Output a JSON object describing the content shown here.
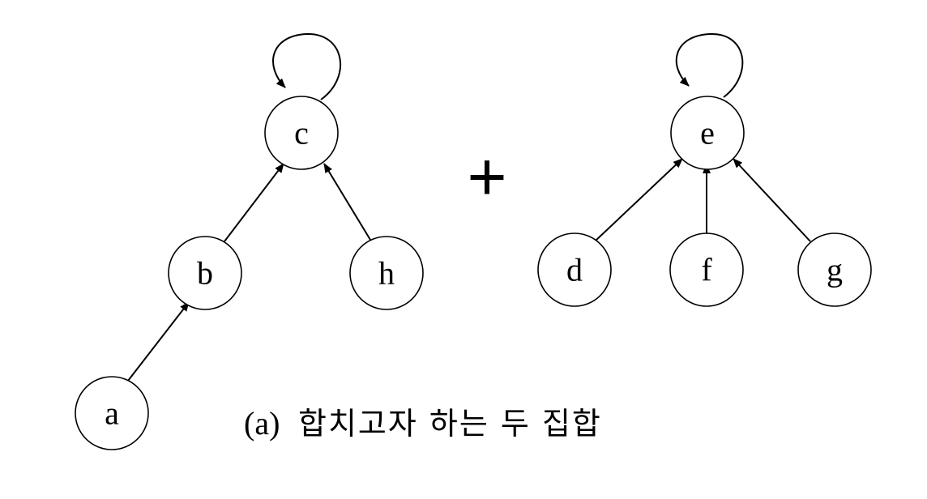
{
  "nodes": {
    "a": "a",
    "b": "b",
    "c": "c",
    "h": "h",
    "d": "d",
    "e": "e",
    "f": "f",
    "g": "g"
  },
  "operator": "+",
  "caption": {
    "prefix": "(a)",
    "text": "합치고자 하는 두 집합"
  },
  "edges": [
    {
      "from": "a",
      "to": "b"
    },
    {
      "from": "b",
      "to": "c"
    },
    {
      "from": "h",
      "to": "c"
    },
    {
      "from": "c",
      "to": "c"
    },
    {
      "from": "d",
      "to": "e"
    },
    {
      "from": "f",
      "to": "e"
    },
    {
      "from": "g",
      "to": "e"
    },
    {
      "from": "e",
      "to": "e"
    }
  ],
  "colors": {
    "stroke": "#000000",
    "background": "#ffffff"
  }
}
